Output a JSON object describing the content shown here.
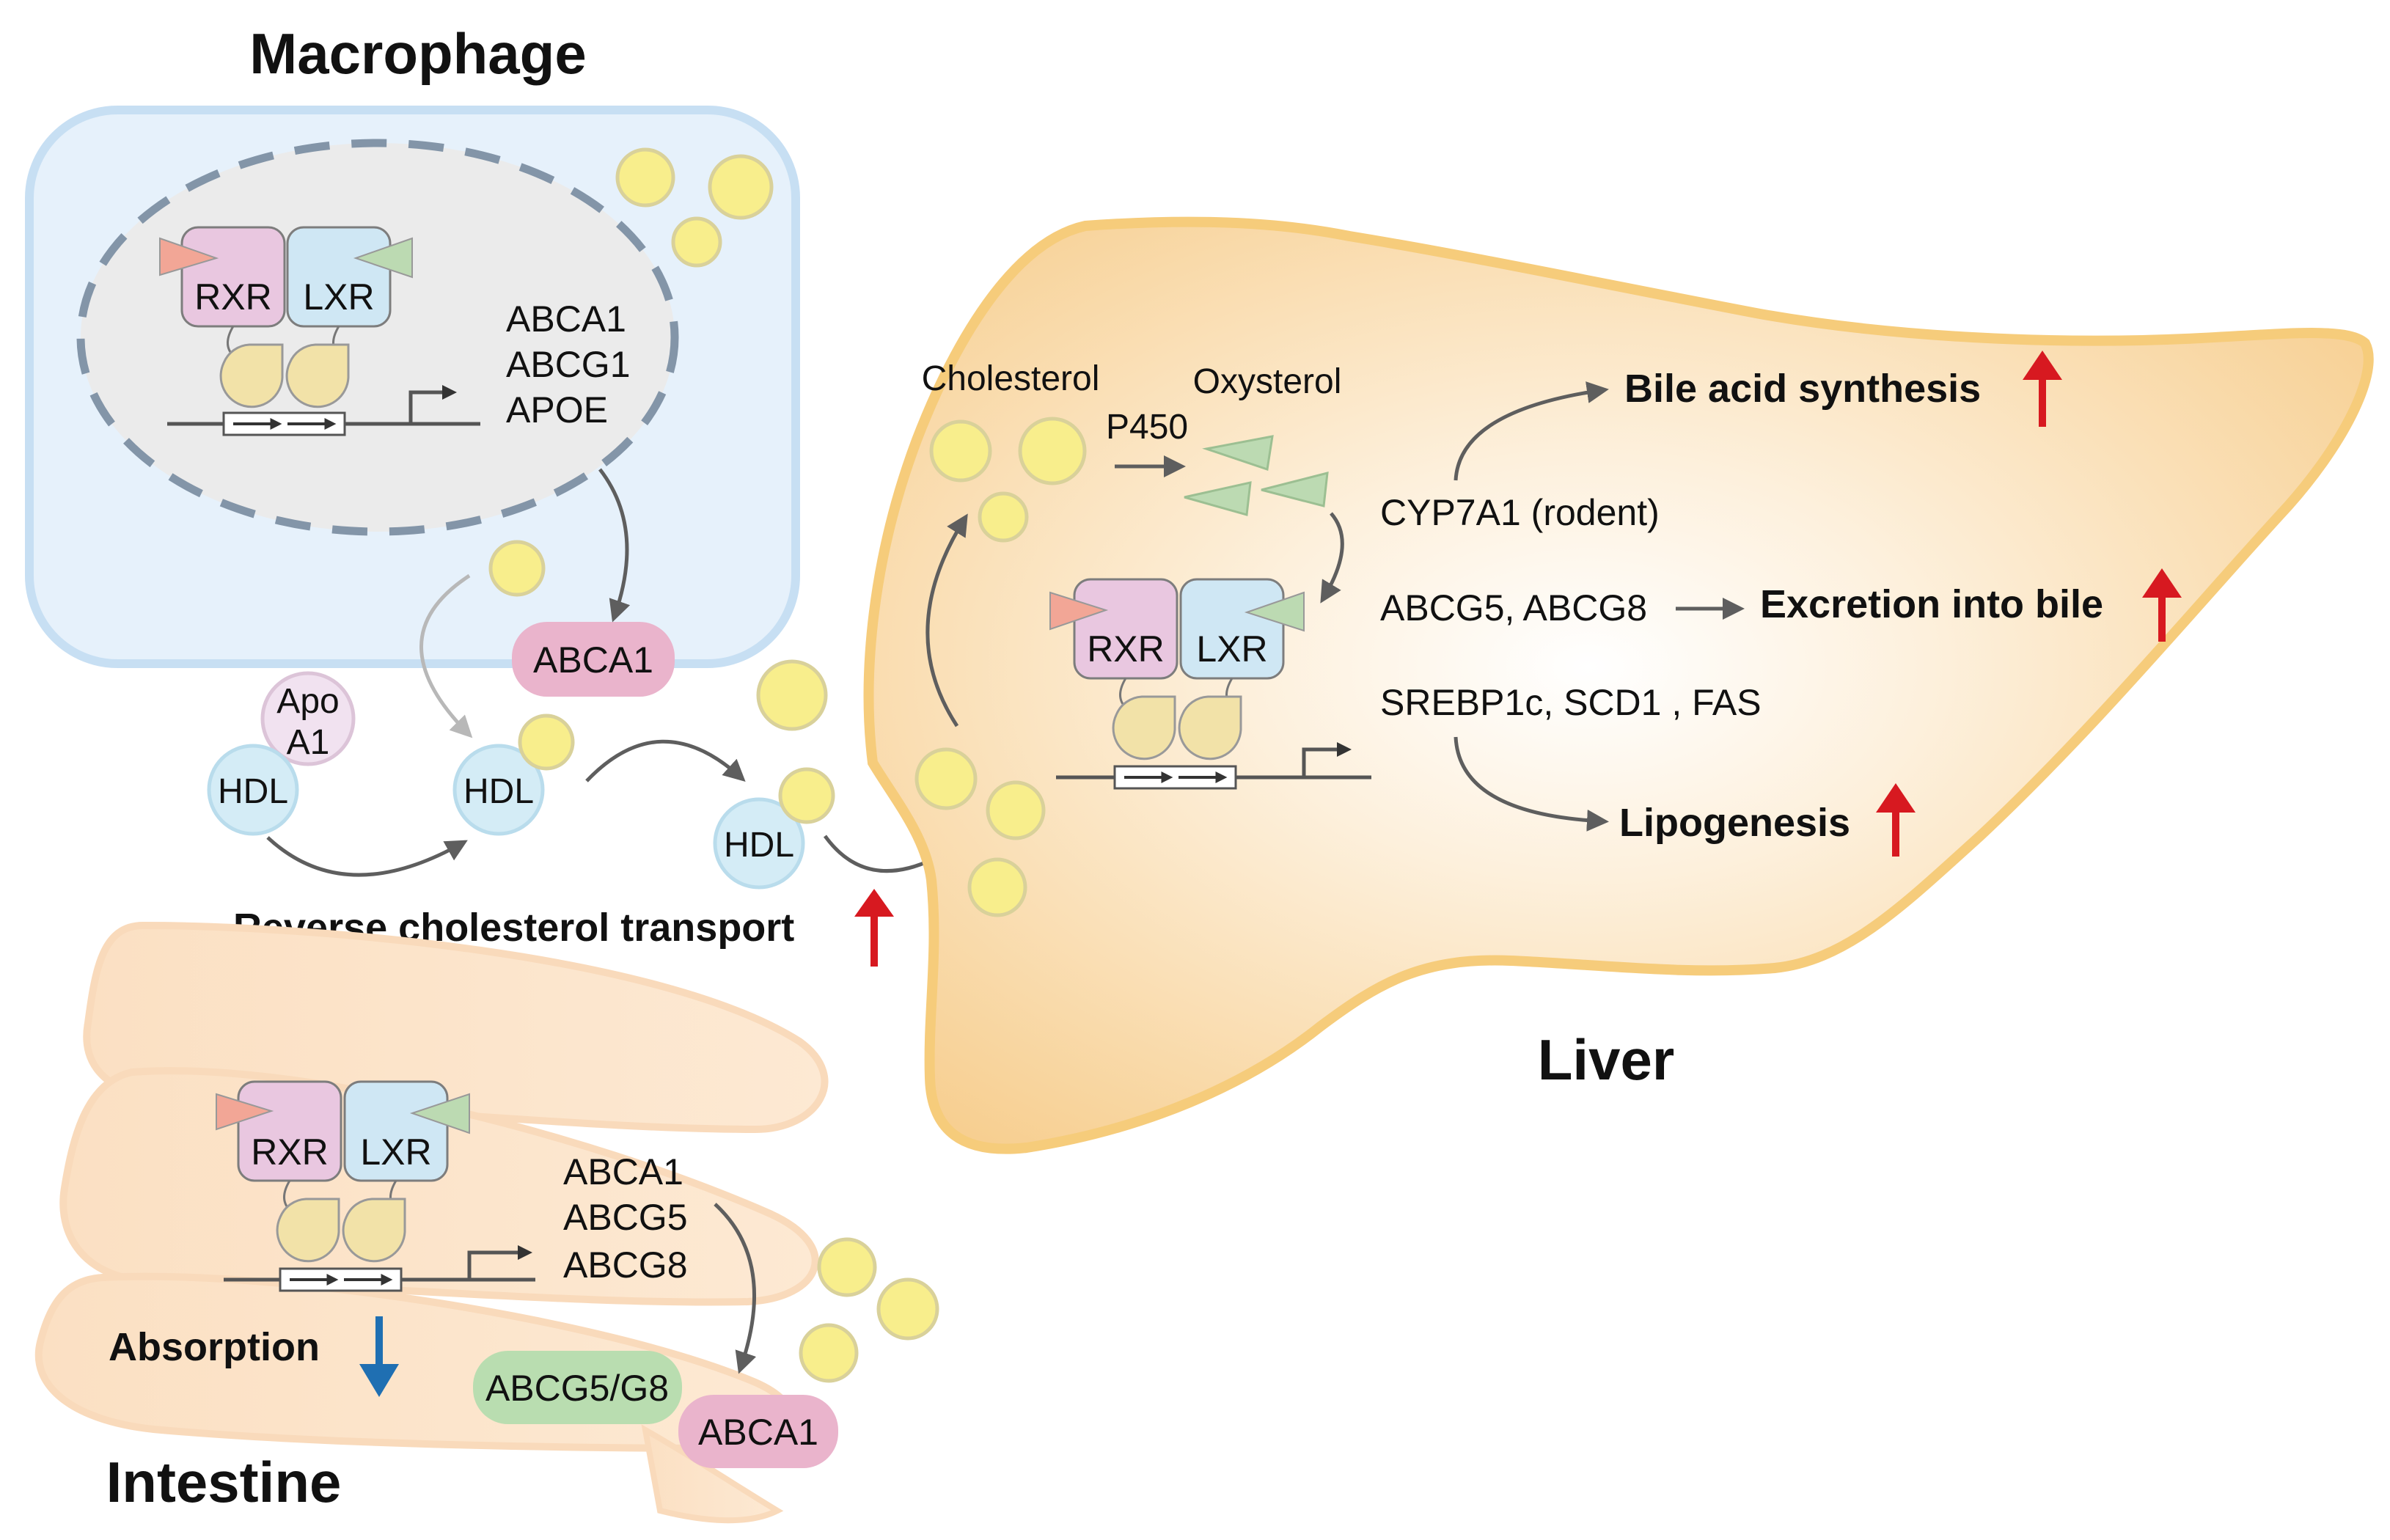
{
  "titles": {
    "macrophage": "Macrophage",
    "liver": "Liver",
    "intestine": "Intestine"
  },
  "receptors": {
    "rxr": "RXR",
    "lxr": "LXR"
  },
  "macrophage": {
    "genes": [
      "ABCA1",
      "ABCG1",
      "APOE"
    ],
    "transporter": "ABCA1"
  },
  "transport": {
    "apo_a1_line1": "Apo",
    "apo_a1_line2": "A1",
    "hdl": "HDL",
    "reverse_label": "Reverse cholesterol transport"
  },
  "liver": {
    "cholesterol": "Cholesterol",
    "oxysterol": "Oxysterol",
    "p450": "P450",
    "cyp7a1": "CYP7A1 (rodent)",
    "abcg5_g8": "ABCG5, ABCG8",
    "srebp": "SREBP1c, SCD1 , FAS",
    "bile_acid": "Bile acid synthesis",
    "excretion": "Excretion into bile",
    "lipogenesis": "Lipogenesis"
  },
  "intestine": {
    "genes": [
      "ABCA1",
      "ABCG5",
      "ABCG8"
    ],
    "absorption": "Absorption",
    "abcg5g8": "ABCG5/G8",
    "abca1": "ABCA1"
  },
  "colors": {
    "up_arrow": "#d71920",
    "down_arrow": "#1f6fb2",
    "rxr_fill": "#e9c7e0",
    "lxr_fill": "#cfe7f4",
    "abca1_fill": "#eab4cc",
    "abcg_fill": "#b9ddb0",
    "liver_fill": "#f8cf8e",
    "cholesterol_fill": "#f8ee8c",
    "hdl_fill": "#d4ecf6"
  }
}
